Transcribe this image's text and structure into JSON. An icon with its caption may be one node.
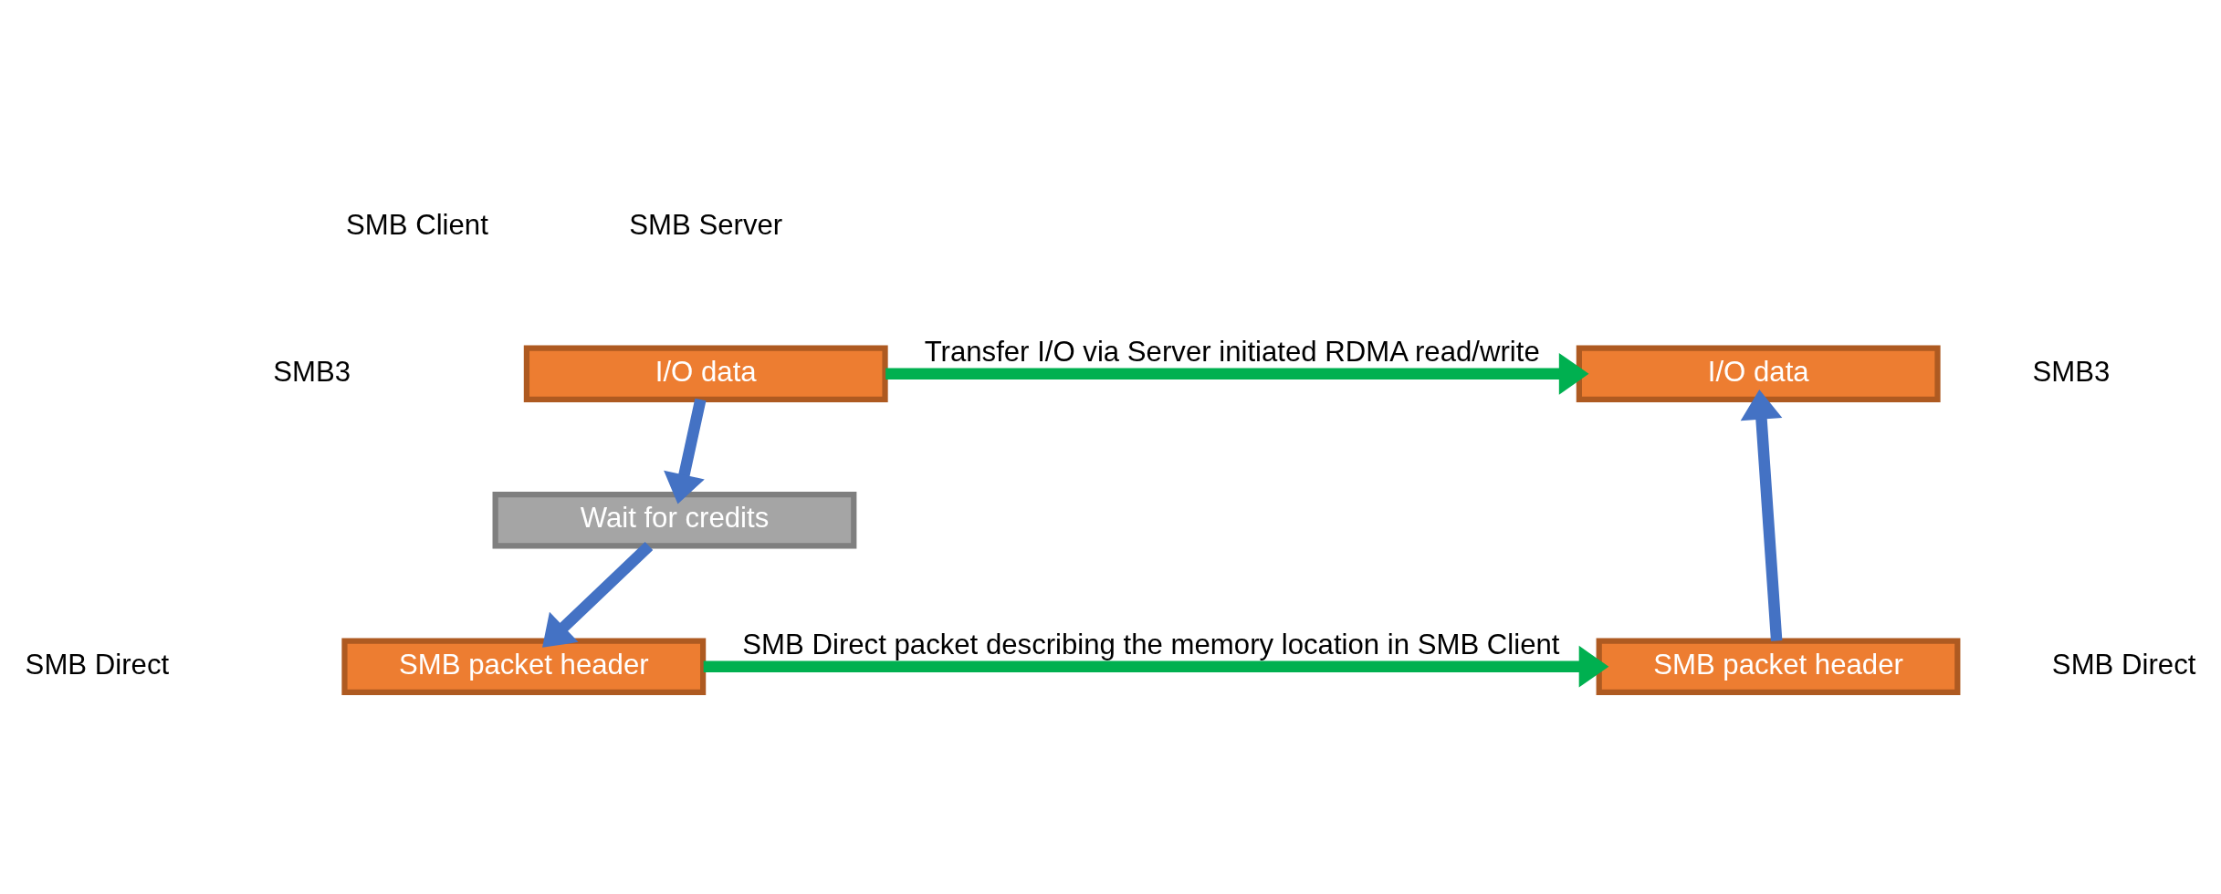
{
  "diagram": {
    "nodes": [
      {
        "text": [
          "I/O data"
        ]
      },
      {
        "text": [
          "Wait for credits"
        ]
      },
      {
        "text": [
          "SMB packet header"
        ]
      },
      {
        "text": [
          "SMB packet header"
        ]
      },
      {
        "text": [
          "I/O data"
        ]
      }
    ],
    "edges": [
      {
        "from": 0,
        "to": 4,
        "arrow": "to",
        "label": "Transfer I/O via Server initiated RDMA read/write",
        "color": "#00b050"
      },
      {
        "from": 0,
        "to": 1,
        "arrow": "to"
      },
      {
        "from": 1,
        "to": 2,
        "arrow": "to"
      },
      {
        "from": 2,
        "to": 3,
        "arrow": "to",
        "label": "SMB Direct packet describing the memory location in SMB Client",
        "color": "#00b050"
      },
      {
        "from": 3,
        "to": 4,
        "arrow": "to"
      }
    ],
    "labels": [
      "SMB Client",
      "SMB Server",
      "SMB3",
      "SMB3",
      "SMB Direct",
      "SMB Direct"
    ]
  }
}
